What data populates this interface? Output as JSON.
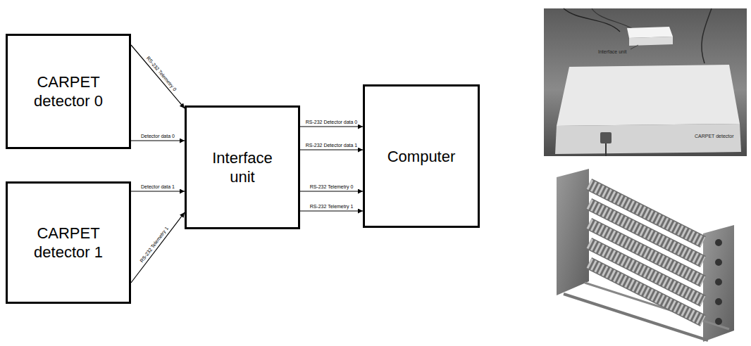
{
  "diagram": {
    "nodes": [
      {
        "text": [
          "CARPET detector 0"
        ]
      },
      {
        "text": [
          "CARPET detector 1"
        ]
      },
      {
        "text": [
          "Interface unit"
        ]
      },
      {
        "text": [
          "Computer"
        ]
      }
    ],
    "edges": [
      {
        "from": 0,
        "to": 2,
        "arrow": "to",
        "label": "RS-232 Telemetry 0"
      },
      {
        "from": 0,
        "to": 2,
        "arrow": "to",
        "label": "Detector data 0"
      },
      {
        "from": 1,
        "to": 2,
        "arrow": "to",
        "label": "Detector data 1"
      },
      {
        "from": 1,
        "to": 2,
        "arrow": "to",
        "label": "RS-232 Telemetry 1"
      },
      {
        "from": 2,
        "to": 3,
        "arrow": "to",
        "label": "RS-232 Detector data 0"
      },
      {
        "from": 2,
        "to": 3,
        "arrow": "to",
        "label": "RS-232 Detector data 1"
      },
      {
        "from": 2,
        "to": 3,
        "arrow": "to",
        "label": "RS-232 Telemetry 0"
      },
      {
        "from": 2,
        "to": 3,
        "arrow": "to",
        "label": "RS-232 Telemetry 1"
      }
    ],
    "labels": [
      "Interface unit",
      "CARPET detector"
    ]
  }
}
